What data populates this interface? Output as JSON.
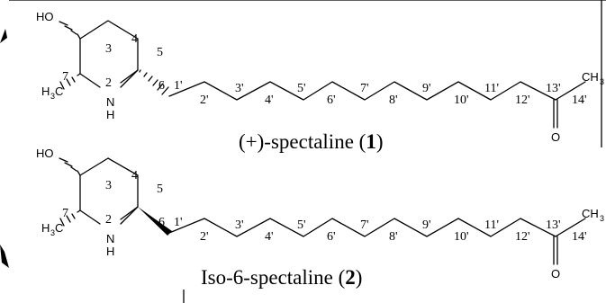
{
  "molecules": [
    {
      "caption_pre": "(+)-spectaline (",
      "caption_num": "1",
      "caption_post": ")",
      "atoms": {
        "oh": "HO",
        "nh_n": "N",
        "nh_h": "H",
        "me_h": "H",
        "me_sub": "3",
        "me_c": "C",
        "ch3": "CH",
        "ch3_sub": "3",
        "o": "O"
      },
      "ring_numbers": [
        "3",
        "4",
        "5",
        "2",
        "6",
        "7"
      ],
      "chain_numbers": [
        "1'",
        "2'",
        "3'",
        "4'",
        "5'",
        "6'",
        "7'",
        "8'",
        "9'",
        "10'",
        "11'",
        "12'",
        "13'",
        "14'"
      ]
    },
    {
      "caption_pre": "Iso-6-spectaline (",
      "caption_num": "2",
      "caption_post": ")",
      "atoms": {
        "oh": "HO",
        "nh_n": "N",
        "nh_h": "H",
        "me_h": "H",
        "me_sub": "3",
        "me_c": "C",
        "ch3": "CH",
        "ch3_sub": "3",
        "o": "O"
      },
      "ring_numbers": [
        "3",
        "4",
        "5",
        "2",
        "6",
        "7"
      ],
      "chain_numbers": [
        "1'",
        "2'",
        "3'",
        "4'",
        "5'",
        "6'",
        "7'",
        "8'",
        "9'",
        "10'",
        "11'",
        "12'",
        "13'",
        "14'"
      ]
    }
  ]
}
